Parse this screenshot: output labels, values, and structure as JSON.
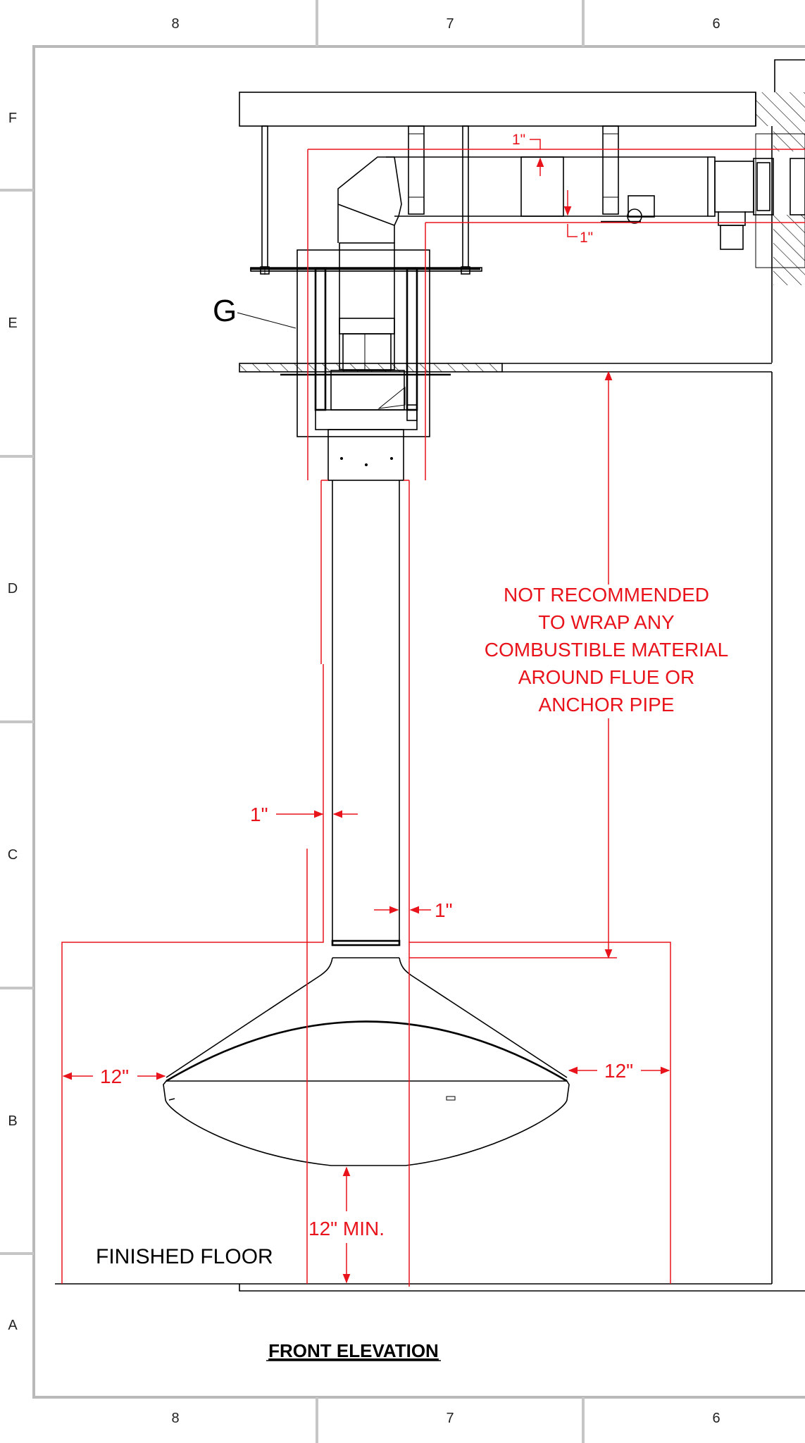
{
  "border": {
    "top_columns": [
      "8",
      "7",
      "6"
    ],
    "bottom_columns": [
      "8",
      "7",
      "6"
    ],
    "rows": [
      "F",
      "E",
      "D",
      "C",
      "B",
      "A"
    ]
  },
  "labels": {
    "component_g": "G",
    "finished_floor": "FINISHED FLOOR",
    "view_title": "FRONT ELEVATION"
  },
  "note": {
    "lines": [
      "NOT RECOMMENDED",
      "TO WRAP ANY",
      "COMBUSTIBLE MATERIAL",
      "AROUND FLUE OR",
      "ANCHOR PIPE"
    ]
  },
  "dimensions": {
    "top_clearance": "1\"",
    "duct_clearance": "1\"",
    "left_pipe_clearance": "1\"",
    "right_pipe_clearance": "1\"",
    "left_side_clearance": "12\"",
    "right_side_clearance": "12\"",
    "floor_clearance": "12\" MIN."
  },
  "colors": {
    "dimension_red": "#e8131b",
    "line_black": "#000000",
    "frame_gray": "#b9b9b9"
  }
}
